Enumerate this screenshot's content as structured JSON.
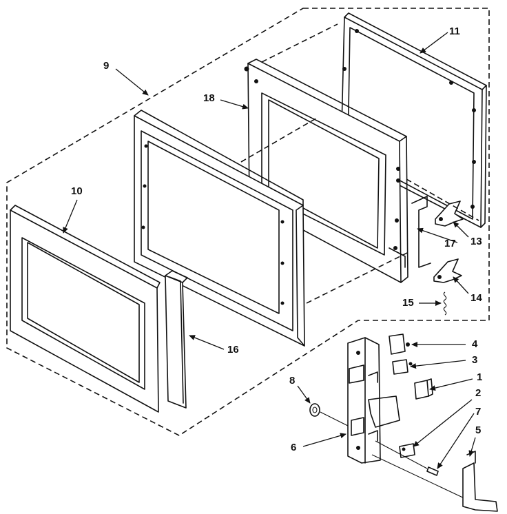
{
  "callouts": {
    "c1": "1",
    "c2": "2",
    "c3": "3",
    "c4": "4",
    "c5": "5",
    "c6": "6",
    "c7": "7",
    "c8": "8",
    "c9": "9",
    "c10": "10",
    "c11": "11",
    "c13": "13",
    "c14": "14",
    "c15": "15",
    "c16": "16",
    "c17": "17",
    "c18": "18"
  }
}
